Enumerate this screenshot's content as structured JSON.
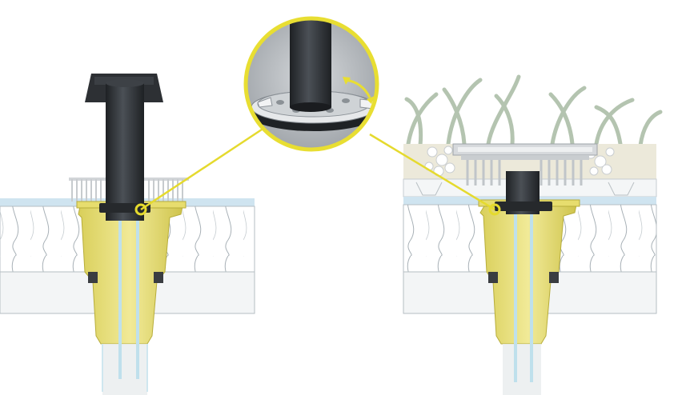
{
  "scene": {
    "left_assembly": {
      "name": "roof-drain-with-vent-pipe"
    },
    "right_assembly": {
      "name": "green-roof-drain"
    },
    "zoom_callout": {
      "name": "clamping-ring-detail",
      "arrow": "rotation-arrow"
    }
  },
  "colors": {
    "background": "#ffffff",
    "membrane": "#cfe4f0",
    "insulation": "#ffffff",
    "insulation_lines": "#9aa4ab",
    "deck": "#f4f6f7",
    "drain_body": "#e9e07a",
    "drain_body_dark": "#c9bf45",
    "pipe": "#2a2d31",
    "pipe_highlight": "#4a4f55",
    "water": "#cfe7ef",
    "callout_ring": "#e8de32",
    "callout_bg": "#b9bdc1",
    "grass": "#b8c7b4",
    "gravel": "#eeeadb",
    "grate": "#d8dadc"
  }
}
